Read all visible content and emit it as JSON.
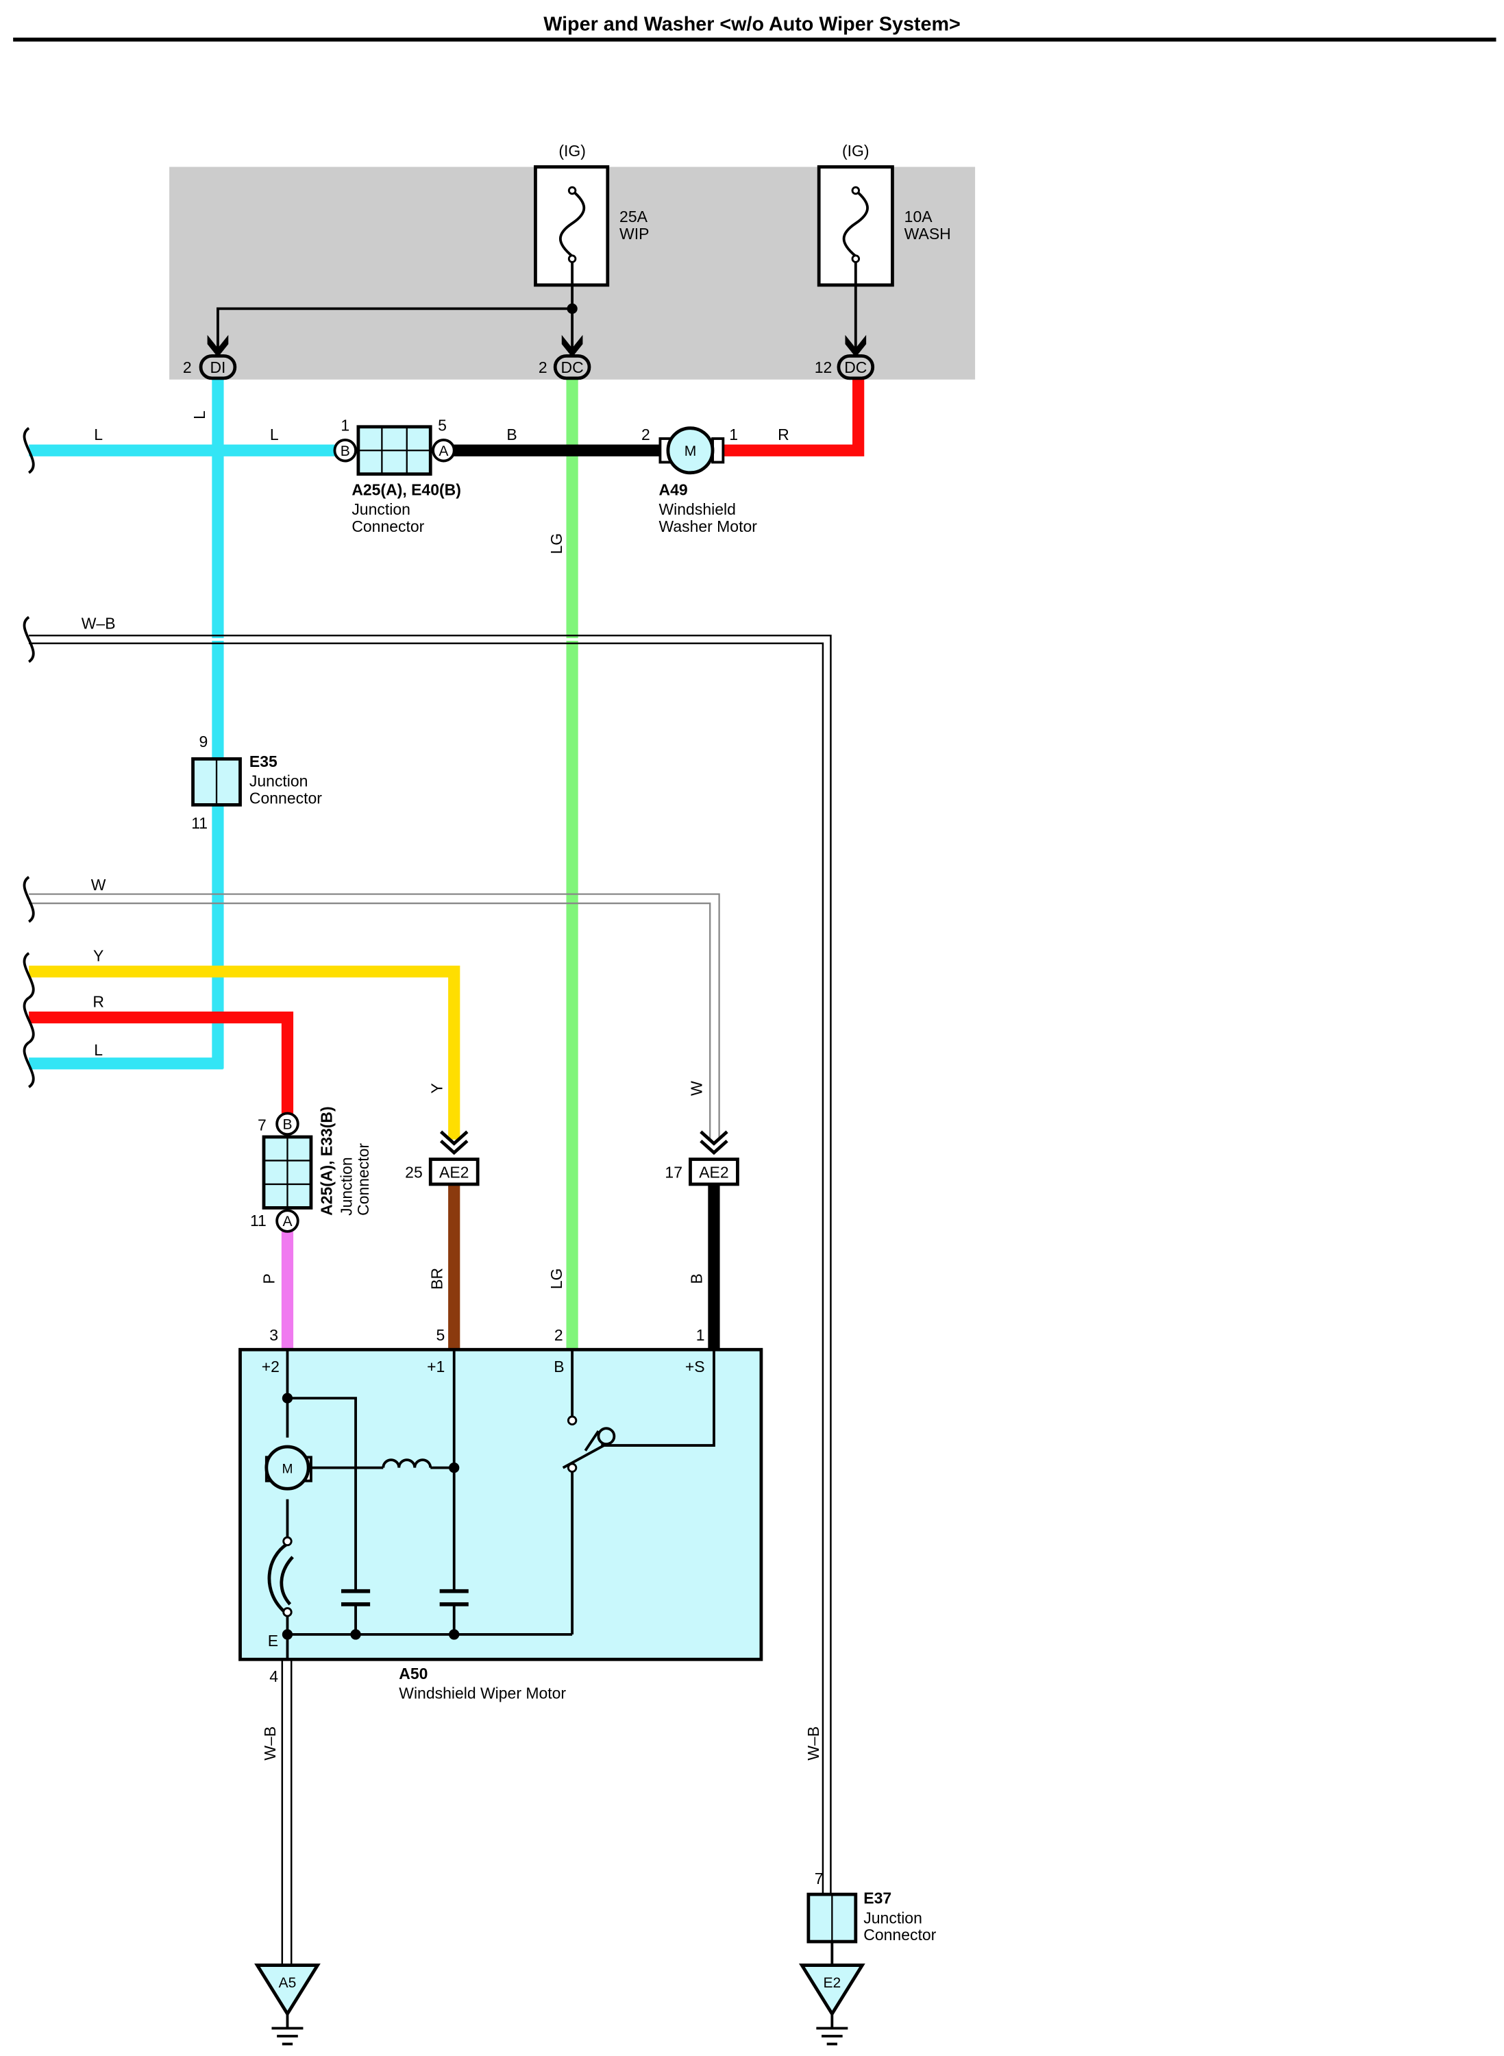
{
  "title": "Wiper and Washer <w/o Auto Wiper System>",
  "colors": {
    "L": "#33e5f5",
    "LG": "#80f57a",
    "R": "#ff0a0a",
    "Y": "#ffde00",
    "BR": "#8b3a0e",
    "P": "#f07af0",
    "B": "#000000",
    "box": "#c9f8fc",
    "relay_block": "#cccccc"
  },
  "fuses": [
    {
      "ig": "(IG)",
      "rating": "25A",
      "name": "WIP",
      "icon": "fuse-icon"
    },
    {
      "ig": "(IG)",
      "rating": "10A",
      "name": "WASH",
      "icon": "fuse-icon"
    }
  ],
  "block_connectors": [
    {
      "code": "DI",
      "pin": "2"
    },
    {
      "code": "DC",
      "pin": "2"
    },
    {
      "code": "DC",
      "pin": "12"
    }
  ],
  "left_wires": [
    {
      "color": "L"
    },
    {
      "color": "W–B"
    },
    {
      "color": "W"
    },
    {
      "color": "Y"
    },
    {
      "color": "R"
    },
    {
      "color": "L"
    }
  ],
  "wire_labels": {
    "l_vert": "L",
    "l_h1": "L",
    "b_h": "B",
    "r_h": "R",
    "lg_1": "LG",
    "lg_2": "LG",
    "y_v": "Y",
    "w_v": "W",
    "br": "BR",
    "b_v": "B",
    "p": "P",
    "wb_1": "W–B",
    "wb_2": "W–B"
  },
  "junction_a25_e40": {
    "pin_left": "1",
    "pin_right": "5",
    "port_left": "B",
    "port_right": "A",
    "id": "A25(A), E40(B)",
    "desc1": "Junction",
    "desc2": "Connector"
  },
  "washer_motor": {
    "pin_left": "2",
    "pin_right": "1",
    "symbol": "M",
    "id": "A49",
    "desc1": "Windshield",
    "desc2": "Washer Motor"
  },
  "junction_e35": {
    "pin_top": "9",
    "pin_bottom": "11",
    "id": "E35",
    "desc1": "Junction",
    "desc2": "Connector"
  },
  "junction_a25_e33": {
    "pin_top": "7",
    "pin_bottom": "11",
    "port_top": "B",
    "port_bottom": "A",
    "id": "A25(A), E33(B)",
    "desc1": "Junction",
    "desc2": "Connector"
  },
  "ae2_connectors": [
    {
      "code": "AE2",
      "pin": "25"
    },
    {
      "code": "AE2",
      "pin": "17"
    }
  ],
  "wiper_motor": {
    "pins": [
      "3",
      "5",
      "2",
      "1"
    ],
    "terminals": [
      "+2",
      "+1",
      "B",
      "+S"
    ],
    "ground_terminal": "E",
    "ground_pin": "4",
    "symbol": "M",
    "id": "A50",
    "desc": "Windshield Wiper Motor"
  },
  "junction_e37": {
    "pin": "7",
    "id": "E37",
    "desc1": "Junction",
    "desc2": "Connector"
  },
  "grounds": [
    {
      "code": "A5"
    },
    {
      "code": "E2"
    }
  ]
}
